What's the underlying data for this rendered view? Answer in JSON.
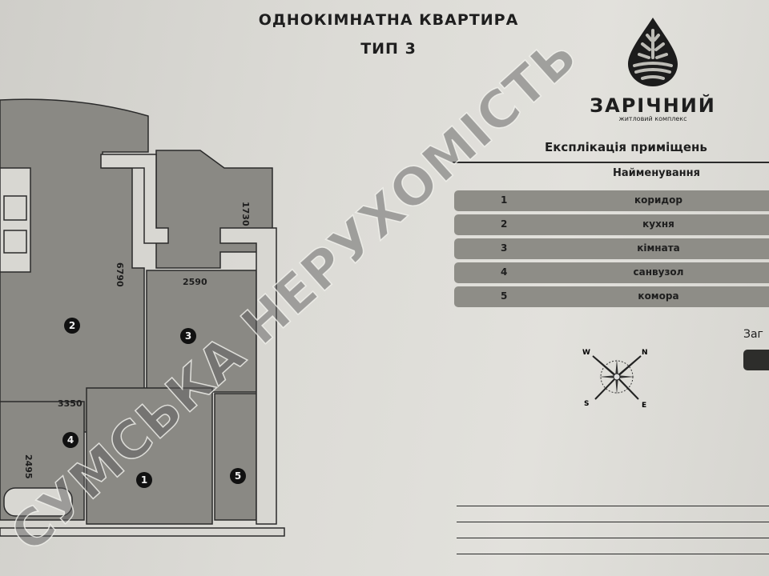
{
  "header": {
    "title_line1": "ОДНОКІМНАТНА КВАРТИРА",
    "title_line2": "ТИП 3"
  },
  "logo": {
    "name": "ЗАРІЧНИЙ",
    "subtitle": "житловий комплекс",
    "icon": "leaf-drop-icon"
  },
  "explication": {
    "title": "Експлікація приміщень",
    "column_header": "Найменування",
    "rows": [
      {
        "num": "1",
        "name": "коридор"
      },
      {
        "num": "2",
        "name": "кухня"
      },
      {
        "num": "3",
        "name": "кімната"
      },
      {
        "num": "4",
        "name": "санвузол"
      },
      {
        "num": "5",
        "name": "комора"
      }
    ],
    "total_label": "Заг"
  },
  "compass": {
    "w": "W",
    "n": "N",
    "s": "S",
    "e": "E"
  },
  "plan": {
    "dimensions": {
      "d1730": "1730",
      "d6790": "6790",
      "d2590": "2590",
      "d3350": "3350",
      "d2495": "2495"
    },
    "room_markers": [
      "1",
      "2",
      "3",
      "4",
      "5"
    ]
  },
  "watermark": "СУМСЬКА НЕРУХОМІСТЬ",
  "colors": {
    "room_fill": "#8a8984",
    "paper": "#dcdbd6",
    "ink": "#1e1e1e"
  }
}
